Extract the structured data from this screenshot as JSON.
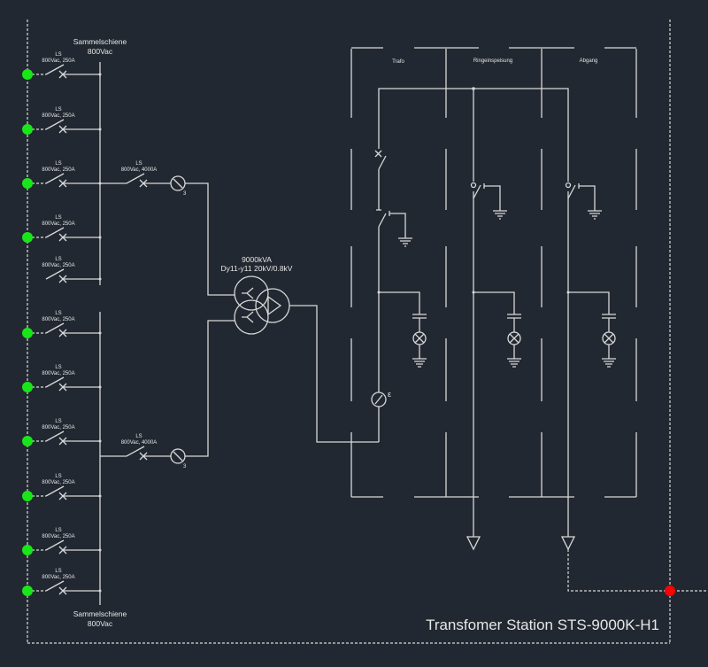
{
  "title": "Transfomer Station STS-9000K-H1",
  "busbar": {
    "name": "Sammelschiene",
    "voltage": "800Vac"
  },
  "feeder_breaker": {
    "name": "LS",
    "rating": "800Vac, 250A"
  },
  "main_breaker": {
    "name": "LS",
    "rating": "800Vac, 4000A"
  },
  "transformer": {
    "power": "9000kVA",
    "spec": "Dy11-y11 20kV/0.8kV"
  },
  "panels": [
    "Trafo",
    "Ringeinspeisung",
    "Abgang"
  ],
  "ct_label": "3",
  "mv_ct_label": "ε",
  "colors": {
    "background": "#222831",
    "line": "#d8d8d8",
    "ok": "#19e619",
    "fault": "#ff0000"
  }
}
